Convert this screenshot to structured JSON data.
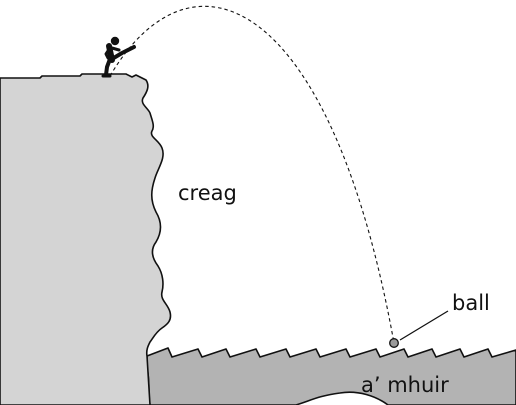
{
  "labels": {
    "cliff": "creag",
    "ball": "ball",
    "sea": "a’ mhuir"
  },
  "colors": {
    "cliff_fill": "#d4d4d4",
    "sea_fill": "#b3b3b3",
    "outline": "#111111",
    "ball_fill": "#9a9a9a",
    "figure": "#111111"
  },
  "icons": {
    "figure": "kicking-person-icon",
    "ball": "ball-icon"
  }
}
